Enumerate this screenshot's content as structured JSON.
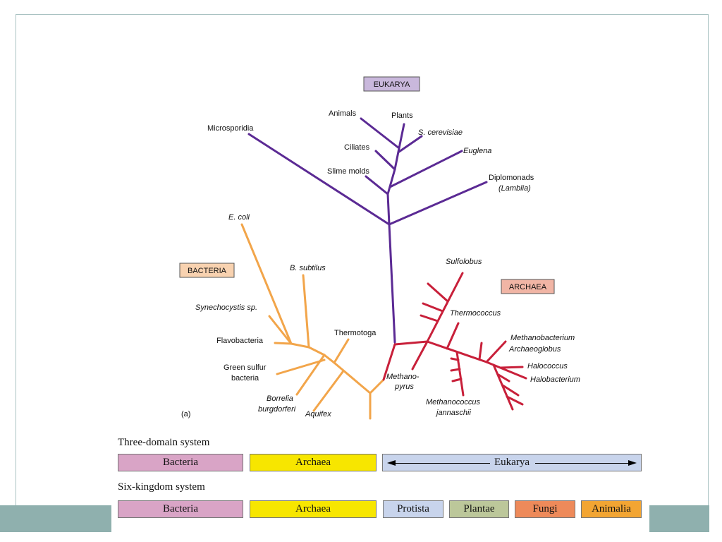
{
  "tree": {
    "domains": {
      "eukarya": "EUKARYA",
      "bacteria": "BACTERIA",
      "archaea": "ARCHAEA"
    },
    "eukarya_taxa": {
      "microsporidia": "Microsporidia",
      "animals": "Animals",
      "plants": "Plants",
      "s_cerevisiae": "S. cerevisiae",
      "ciliates": "Ciliates",
      "euglena": "Euglena",
      "slime_molds": "Slime molds",
      "diplomonads": "Diplomonads",
      "lamblia": "(Lamblia)"
    },
    "bacteria_taxa": {
      "e_coli": "E. coli",
      "b_subtilus": "B. subtilus",
      "synechocystis": "Synechocystis sp.",
      "flavobacteria": "Flavobacteria",
      "green_sulfur_1": "Green sulfur",
      "green_sulfur_2": "bacteria",
      "thermotoga": "Thermotoga",
      "borrelia_1": "Borrelia",
      "borrelia_2": "burgdorferi",
      "aquifex": "Aquifex"
    },
    "archaea_taxa": {
      "sulfolobus": "Sulfolobus",
      "thermococcus": "Thermococcus",
      "methanobacterium": "Methanobacterium",
      "archaeoglobus": "Archaeoglobus",
      "halococcus": "Halococcus",
      "halobacterium": "Halobacterium",
      "methanopyrus_1": "Methano-",
      "methanopyrus_2": "pyrus",
      "methanococcus_1": "Methanococcus",
      "methanococcus_2": "jannaschii"
    },
    "panel_label": "(a)",
    "colors": {
      "eukarya": "#5b2a94",
      "bacteria": "#f2a54a",
      "archaea": "#c8203a",
      "eukarya_box": "#c9b8dc",
      "bacteria_box": "#f8d2b0",
      "archaea_box": "#f1b5a5"
    }
  },
  "systems": {
    "three_domain": {
      "title": "Three-domain system",
      "boxes": [
        "Bacteria",
        "Archaea",
        "Eukarya"
      ]
    },
    "six_kingdom": {
      "title": "Six-kingdom system",
      "boxes": [
        "Bacteria",
        "Archaea",
        "Protista",
        "Plantae",
        "Fungi",
        "Animalia"
      ]
    },
    "colors": {
      "bacteria": "#d9a4c6",
      "archaea": "#f7e600",
      "eukarya": "#c8d4ec",
      "protista": "#c8d4ec",
      "plantae": "#bcc79a",
      "fungi": "#ee8a5a",
      "animalia": "#f2a533"
    }
  }
}
